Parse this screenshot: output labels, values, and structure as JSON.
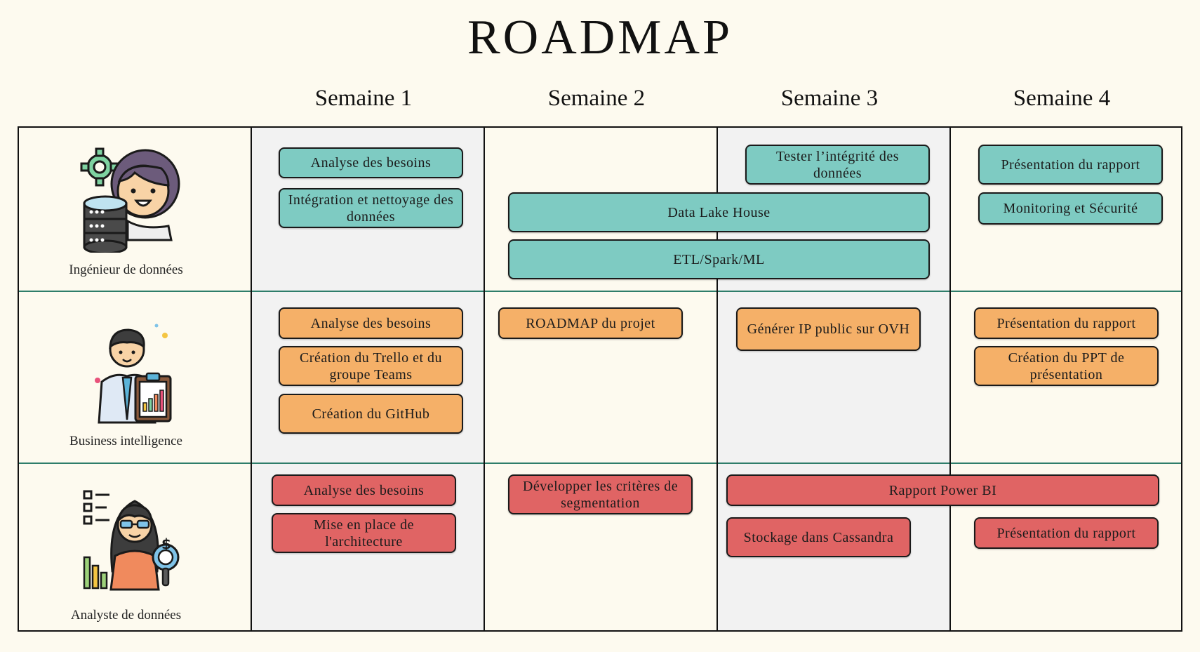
{
  "title": "ROADMAP",
  "weeks": [
    "Semaine 1",
    "Semaine 2",
    "Semaine 3",
    "Semaine 4"
  ],
  "roles": [
    {
      "label": "Ingénieur de données",
      "icon": "data-engineer-icon"
    },
    {
      "label": "Business intelligence",
      "icon": "business-analyst-icon"
    },
    {
      "label": "Analyste de données",
      "icon": "data-analyst-icon"
    }
  ],
  "colors": {
    "data_engineer": "#7ecbc2",
    "business_intelligence": "#f5b068",
    "data_analyst": "#e06464",
    "background": "#fdfaef",
    "shaded_column": "#f2f2f2"
  },
  "tasks": {
    "engineer": [
      "Analyse des besoins",
      "Intégration et nettoyage des données",
      "Tester l’intégrité des données",
      "Data Lake House",
      "ETL/Spark/ML",
      "Présentation du rapport",
      "Monitoring et Sécurité"
    ],
    "bi": [
      "Analyse des besoins",
      "Création du Trello et du groupe Teams",
      "Création du GitHub",
      "ROADMAP du projet",
      "Générer IP public sur OVH",
      "Présentation du rapport",
      "Création du PPT de présentation"
    ],
    "analyst": [
      "Analyse des besoins",
      "Mise en place de l'architecture",
      "Développer les critères de segmentation",
      "Rapport Power BI",
      "Stockage dans Cassandra",
      "Présentation du rapport"
    ]
  }
}
